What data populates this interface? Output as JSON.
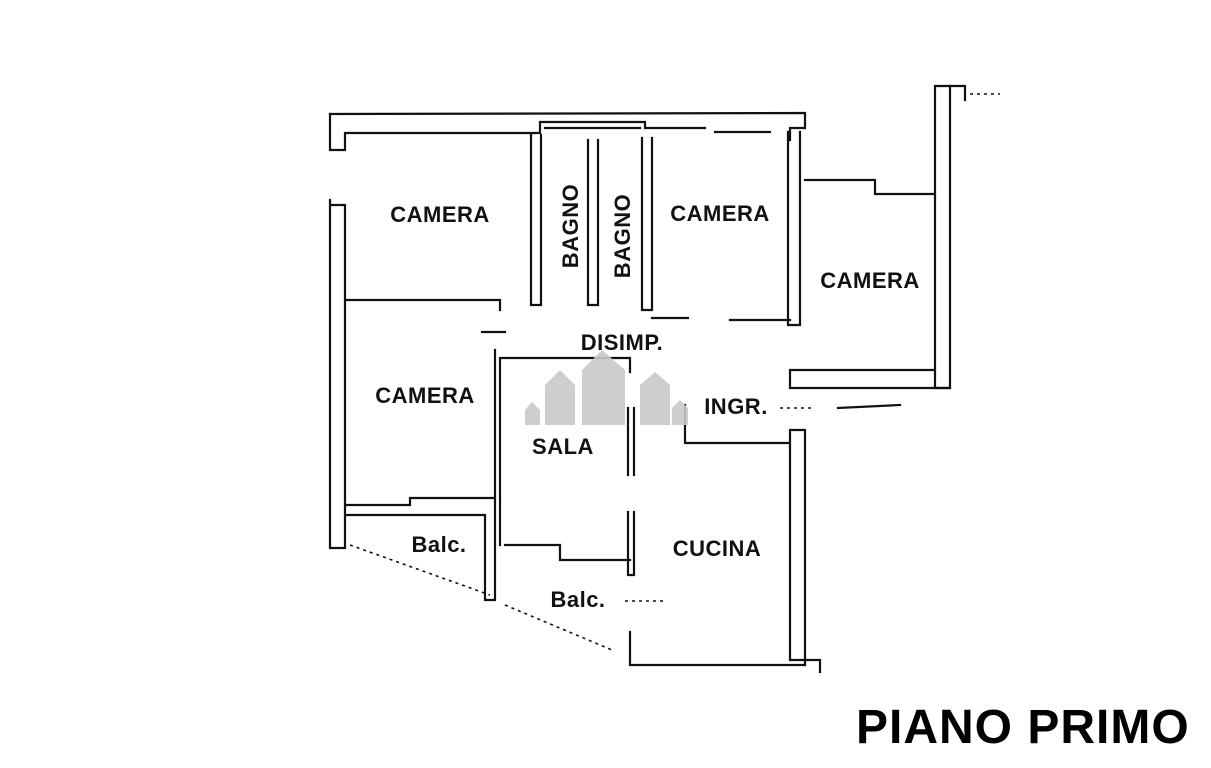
{
  "plan": {
    "rooms": {
      "camera_top_left": "CAMERA",
      "bagno_1": "BAGNO",
      "bagno_2": "BAGNO",
      "camera_top_middle": "CAMERA",
      "camera_right": "CAMERA",
      "camera_left": "CAMERA",
      "disimpegno": "DISIMP.",
      "ingresso": "INGR.",
      "sala": "SALA",
      "cucina": "CUCINA",
      "balcone_left": "Balc.",
      "balcone_bottom": "Balc."
    },
    "title": "PIANO PRIMO"
  },
  "colors": {
    "wall": "#111111",
    "watermark": "#c9c9c9"
  }
}
